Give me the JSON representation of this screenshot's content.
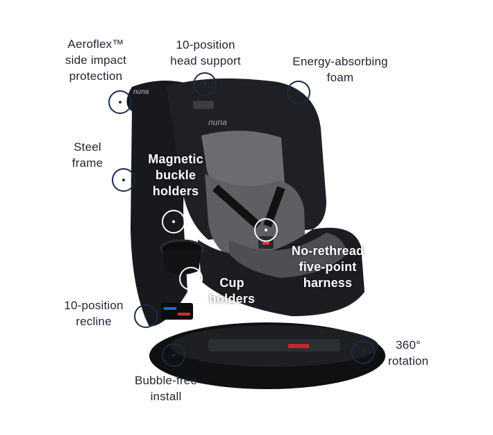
{
  "callouts": {
    "aeroflex": {
      "line1": "Aeroflex™",
      "line2": "side impact",
      "line3": "protection"
    },
    "head_support": {
      "line1": "10-position",
      "line2": "head support"
    },
    "energy_foam": {
      "line1": "Energy-absorbing",
      "line2": "foam"
    },
    "steel_frame": {
      "line1": "Steel",
      "line2": "frame"
    },
    "magnetic_buckle": {
      "line1": "Magnetic",
      "line2": "buckle",
      "line3": "holders"
    },
    "harness": {
      "line1": "No-rethread",
      "line2": "five-point",
      "line3": "harness"
    },
    "cup_holders": {
      "line1": "Cup",
      "line2": "holders"
    },
    "recline": {
      "line1": "10-position",
      "line2": "recline"
    },
    "rotation": {
      "line1": "360°",
      "line2": "rotation"
    },
    "bubble_install": {
      "line1": "Bubble-free",
      "line2": "install"
    }
  },
  "brand": {
    "logo_text": "nuna"
  },
  "colors": {
    "text": "#1f2430",
    "marker": "#1b2a4a",
    "seat_shell": "#16181b",
    "seat_fabric": "#2a2c30",
    "seat_insert": "#6e6f73",
    "base": "#101113"
  }
}
